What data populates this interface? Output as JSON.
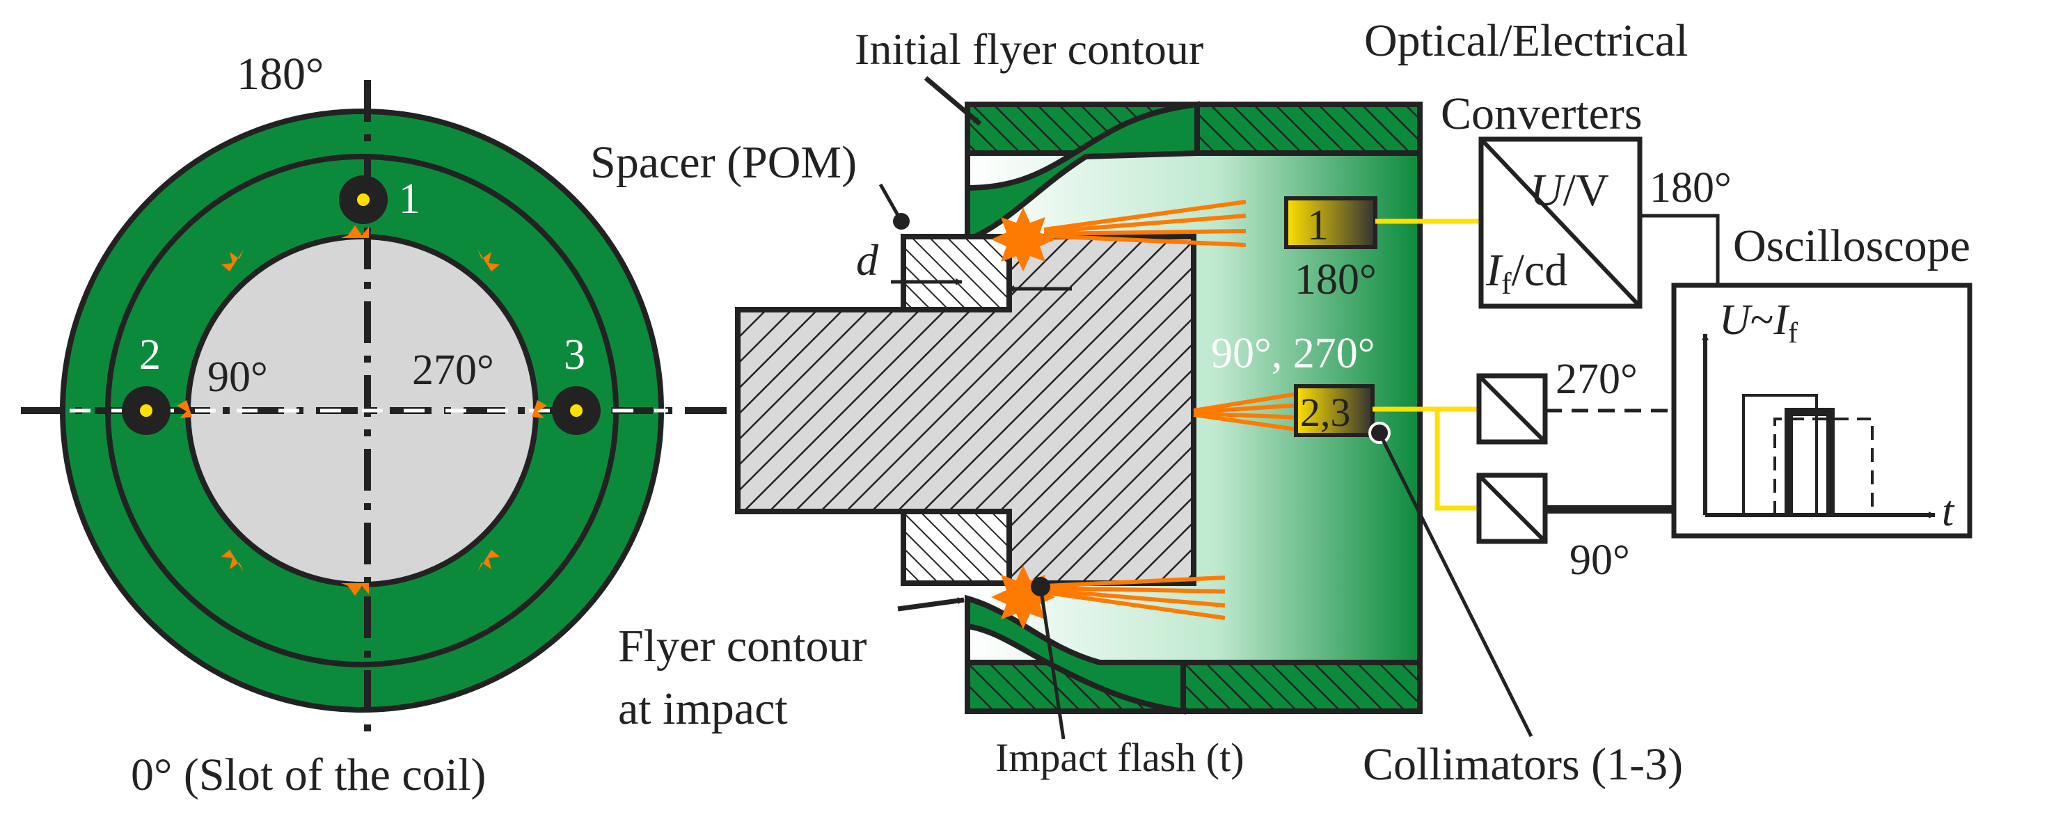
{
  "colors": {
    "green": "#0c8a3c",
    "light_green": "#d8f2e2",
    "grey_core": "#d6d6d6",
    "flash": "#ff7a00",
    "yellow": "#ffe000",
    "outline": "#222222",
    "white": "#ffffff"
  },
  "left_view": {
    "label_top": "180°",
    "label_bottom": "0° (Slot of the coil)",
    "label_90": "90°",
    "label_270": "270°",
    "collimator_1": "1",
    "collimator_2": "2",
    "collimator_3": "3"
  },
  "section": {
    "initial_flyer_contour": "Initial flyer contour",
    "spacer": "Spacer (POM)",
    "gap_d": "d",
    "flyer_contour_line1": "Flyer contour",
    "flyer_contour_line2": "at impact",
    "impact_flash": "Impact flash (t)",
    "collimators": "Collimators (1-3)",
    "sensor_top_number": "1",
    "sensor_top_angle": "180°",
    "sensor_mid_number": "2,3",
    "sensor_mid_angle": "90°, 270°"
  },
  "measurement": {
    "converters_line1": "Optical/Electrical",
    "converters_line2": "Converters",
    "converter_U": "U",
    "converter_U_unit": "/V",
    "converter_I": "I",
    "converter_I_sub": "f",
    "converter_I_unit": "/cd",
    "angle_180": "180°",
    "angle_270": "270°",
    "angle_90": "90°",
    "oscilloscope": "Oscilloscope",
    "axis_y_U": "U",
    "axis_y_tilde": "~",
    "axis_y_I": "I",
    "axis_y_sub": "f",
    "axis_x": "t"
  }
}
